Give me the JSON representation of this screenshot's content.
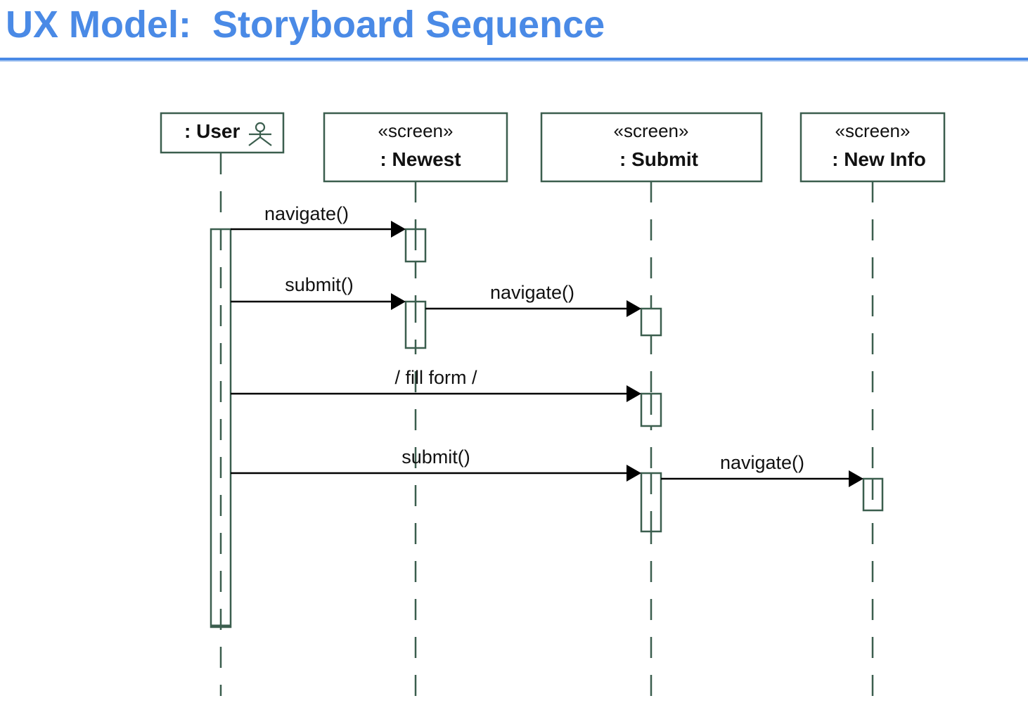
{
  "title": "UX Model:  Storyboard Sequence",
  "colors": {
    "title": "#4a8ae6",
    "diagram_stroke": "#3b5e4e",
    "message_stroke": "#000000"
  },
  "lifelines": [
    {
      "id": "user",
      "stereotype": "",
      "name": ": User",
      "icon": "actor-icon"
    },
    {
      "id": "newest",
      "stereotype": "«screen»",
      "name": ": Newest"
    },
    {
      "id": "submit",
      "stereotype": "«screen»",
      "name": ": Submit"
    },
    {
      "id": "newinfo",
      "stereotype": "«screen»",
      "name": ": New Info"
    }
  ],
  "messages": [
    {
      "from": "user",
      "to": "newest",
      "label": "navigate()"
    },
    {
      "from": "user",
      "to": "newest",
      "label": "submit()"
    },
    {
      "from": "newest",
      "to": "submit",
      "label": "navigate()"
    },
    {
      "from": "user",
      "to": "submit",
      "label": "/ fill form /"
    },
    {
      "from": "user",
      "to": "submit",
      "label": "submit()"
    },
    {
      "from": "submit",
      "to": "newinfo",
      "label": "navigate()"
    }
  ]
}
